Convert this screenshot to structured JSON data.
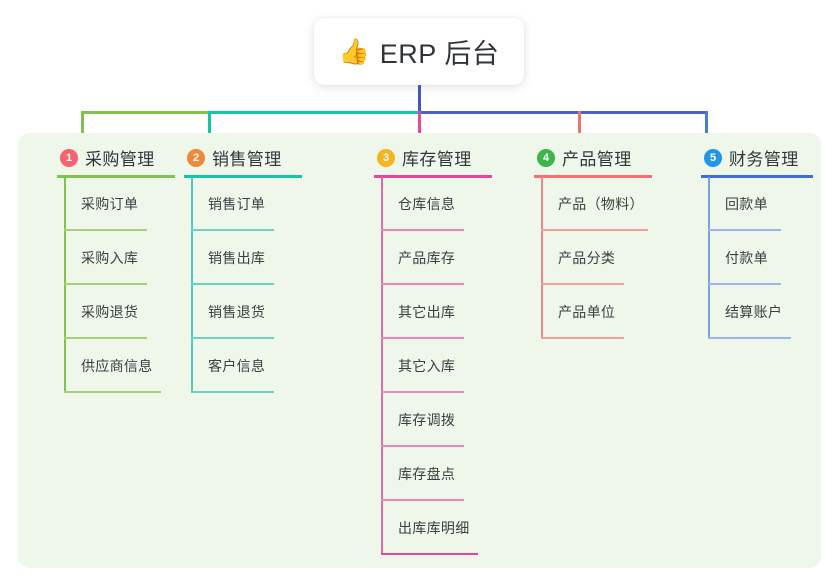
{
  "root": {
    "emoji": "👍",
    "icon_name": "thumbs-up-icon",
    "title": "ERP 后台"
  },
  "colors": {
    "panel_bg": "#eef7e9",
    "root_text": "#30343a",
    "trunk_blue": "#4255c0",
    "branch_green": "#84bf52",
    "branch_teal": "#16c4a8",
    "branch_pink": "#e8469b",
    "branch_red": "#f0716e",
    "branch_blue": "#4a7ad4",
    "badge_1": "#f5636f",
    "badge_2": "#f0883a",
    "badge_3": "#f5b521",
    "badge_4": "#3cb54a",
    "badge_5": "#2196e8"
  },
  "columns": [
    {
      "index": "1",
      "badge": "1",
      "badge_color": "#f5636f",
      "line_color": "#84bf52",
      "title": "采购管理",
      "head_rule_width": 118,
      "items": [
        {
          "label": "采购订单",
          "rule_width": 83
        },
        {
          "label": "采购入库",
          "rule_width": 83
        },
        {
          "label": "采购退货",
          "rule_width": 83
        },
        {
          "label": "供应商信息",
          "rule_width": 97
        }
      ]
    },
    {
      "index": "2",
      "badge": "2",
      "badge_color": "#f0883a",
      "line_color": "#16c4a8",
      "title": "销售管理",
      "head_rule_width": 118,
      "items": [
        {
          "label": "销售订单",
          "rule_width": 83
        },
        {
          "label": "销售出库",
          "rule_width": 83
        },
        {
          "label": "销售退货",
          "rule_width": 83
        },
        {
          "label": "客户信息",
          "rule_width": 83
        }
      ]
    },
    {
      "index": "3",
      "badge": "3",
      "badge_color": "#f5b521",
      "line_color": "#e8469b",
      "title": "库存管理",
      "head_rule_width": 118,
      "items": [
        {
          "label": "仓库信息",
          "rule_width": 83
        },
        {
          "label": "产品库存",
          "rule_width": 83
        },
        {
          "label": "其它出库",
          "rule_width": 83
        },
        {
          "label": "其它入库",
          "rule_width": 83
        },
        {
          "label": "库存调拨",
          "rule_width": 83
        },
        {
          "label": "库存盘点",
          "rule_width": 83
        },
        {
          "label": "出库库明细",
          "rule_width": 97
        }
      ]
    },
    {
      "index": "4",
      "badge": "4",
      "badge_color": "#3cb54a",
      "line_color": "#f0716e",
      "title": "产品管理",
      "head_rule_width": 118,
      "items": [
        {
          "label": "产品（物料）",
          "rule_width": 107
        },
        {
          "label": "产品分类",
          "rule_width": 83
        },
        {
          "label": "产品单位",
          "rule_width": 83
        }
      ]
    },
    {
      "index": "5",
      "badge": "5",
      "badge_color": "#2196e8",
      "line_color": "#4a7ad4",
      "title": "财务管理",
      "head_rule_width": 112,
      "items": [
        {
          "label": "回款单",
          "rule_width": 73
        },
        {
          "label": "付款单",
          "rule_width": 73
        },
        {
          "label": "结算账户",
          "rule_width": 83
        }
      ]
    }
  ],
  "connectors": {
    "trunk_label": "root-to-bus-trunk",
    "bus_label": "horizontal-bus",
    "segments": [
      {
        "name": "bus-segment-green",
        "color": "#84bf52"
      },
      {
        "name": "bus-segment-teal",
        "color": "#16c4a8"
      },
      {
        "name": "bus-segment-blue",
        "color": "#4a5fc8"
      }
    ]
  }
}
